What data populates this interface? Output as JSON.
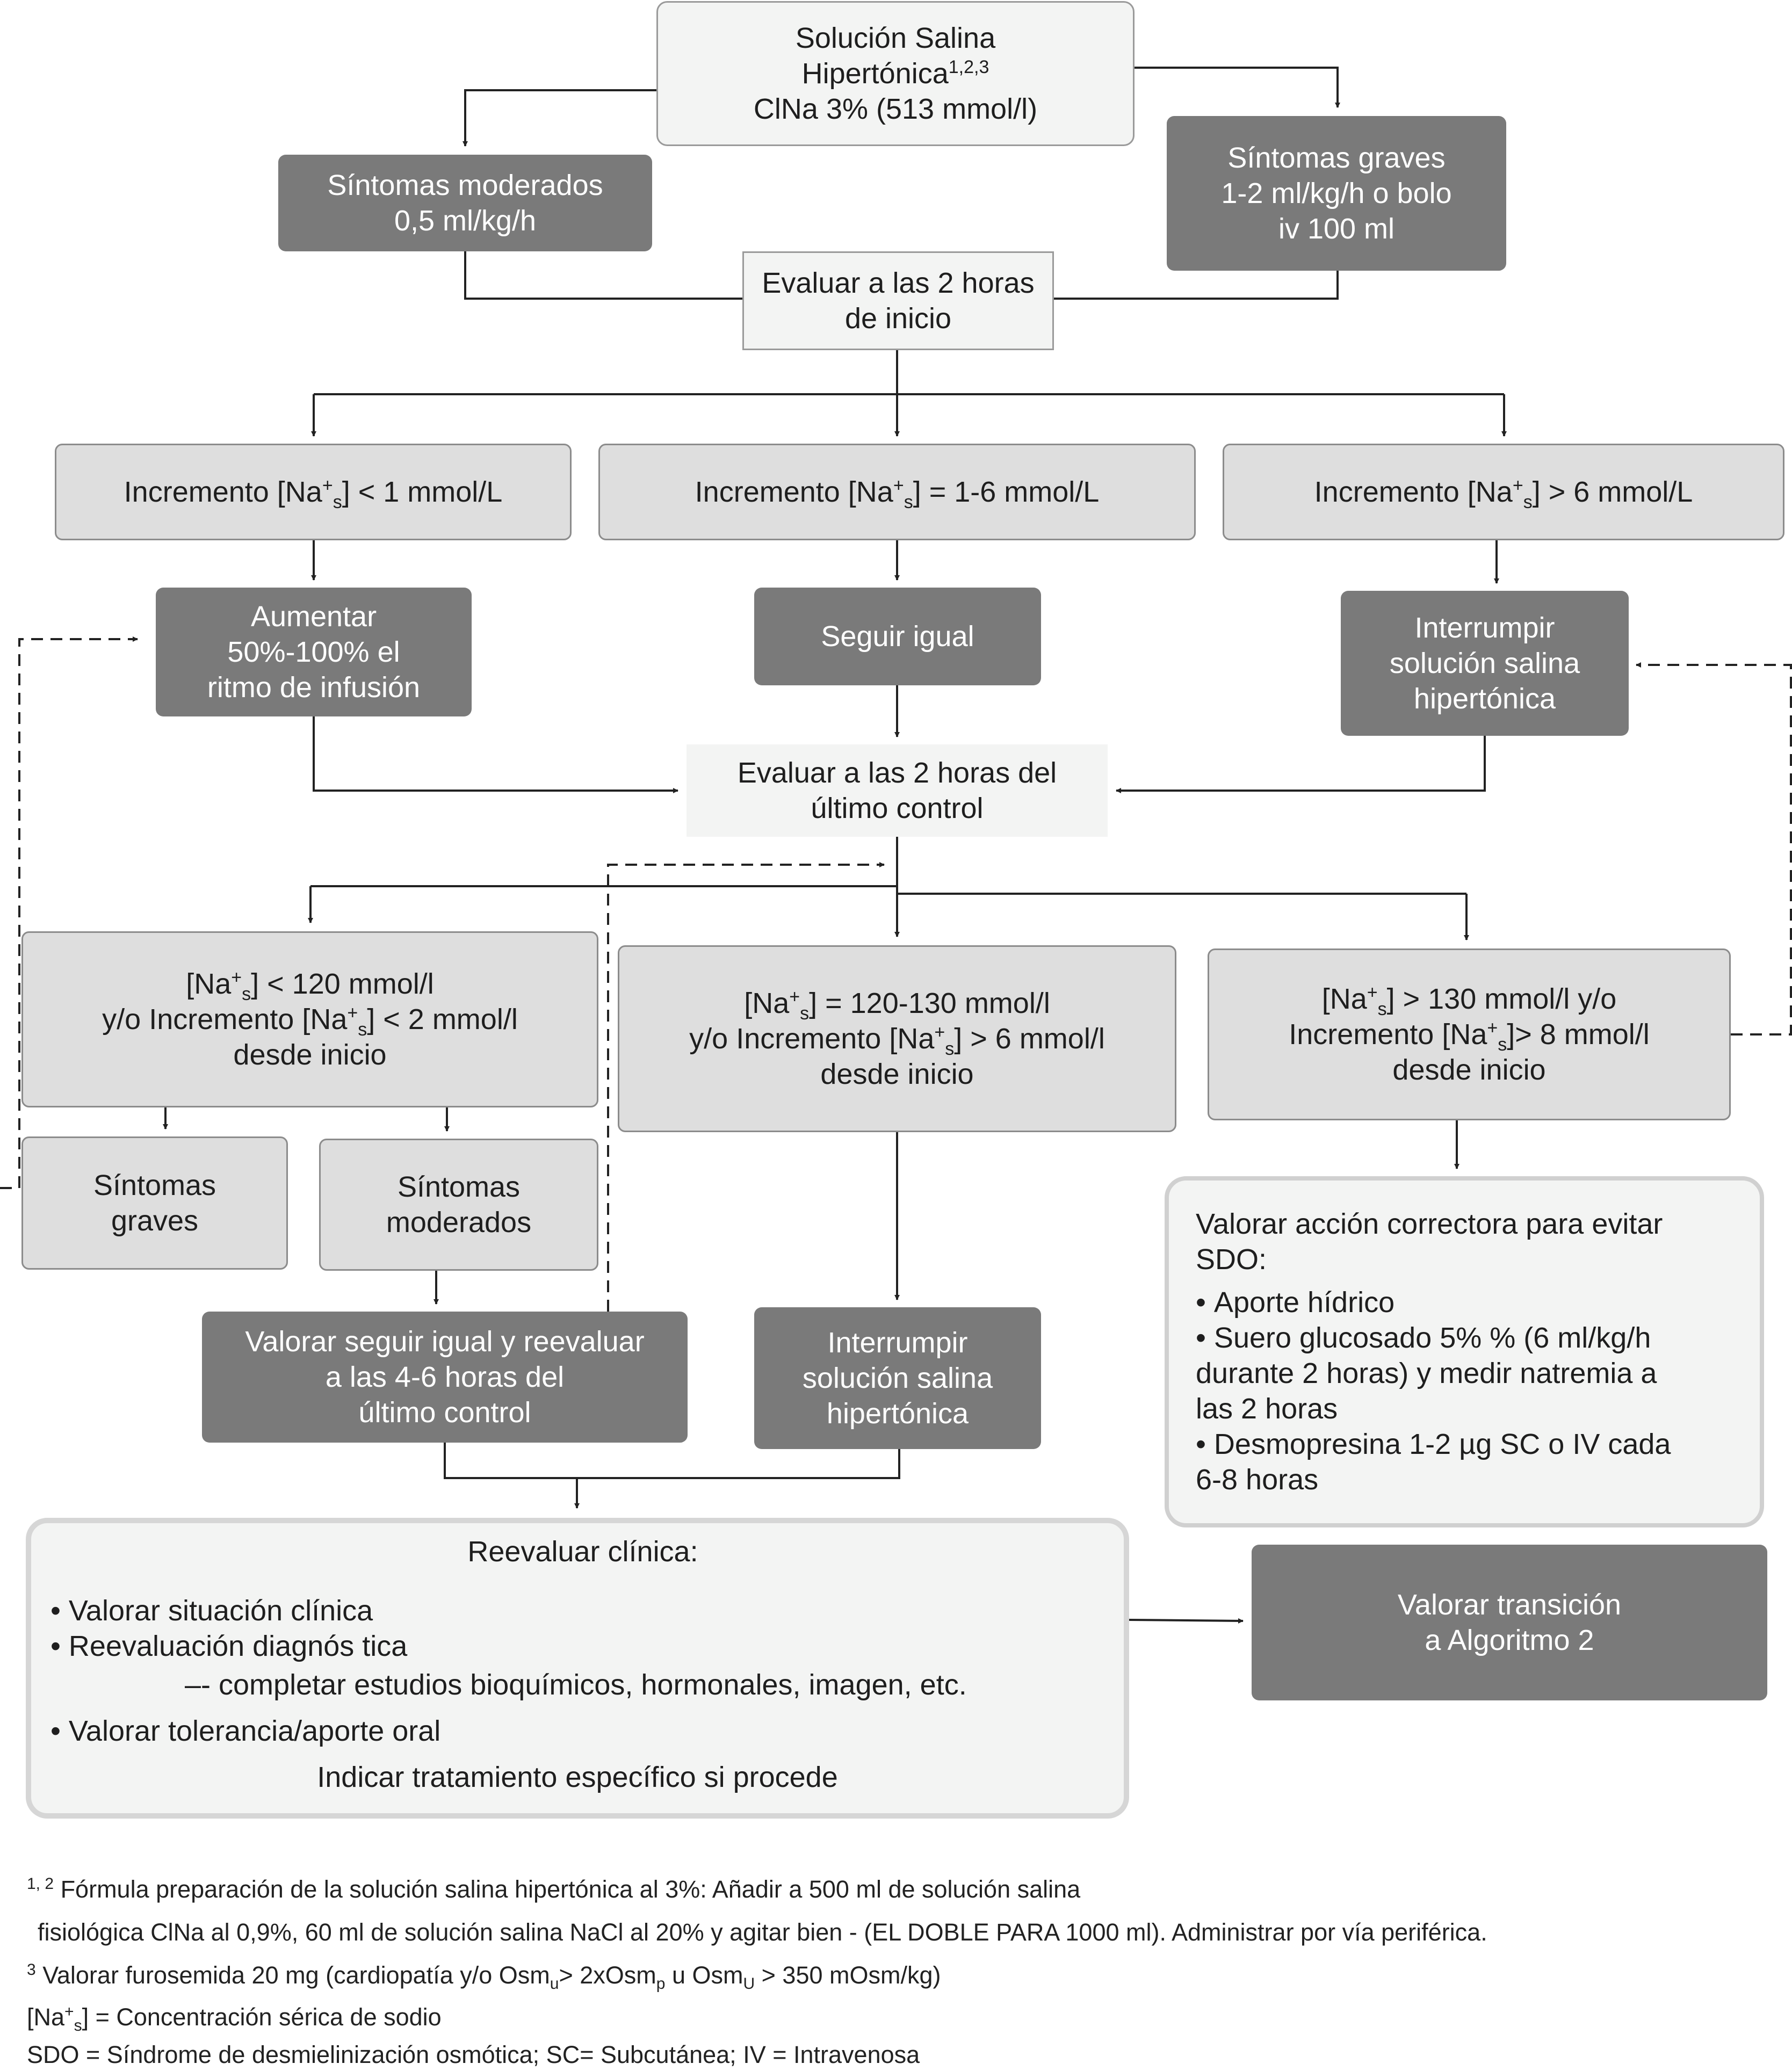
{
  "colors": {
    "dark_box": "#7a7a7a",
    "light_box": "#dedede",
    "pale_box": "#f3f4f3",
    "line": "#222222"
  },
  "nodes": {
    "start": {
      "l1": "Solución Salina",
      "l2": "Hipertónica",
      "l2_sup": "1,2,3",
      "l3": "ClNa 3% (513 mmol/l)"
    },
    "moderate": {
      "l1": "Síntomas moderados",
      "l2": "0,5 ml/kg/h"
    },
    "severe": {
      "l1": "Síntomas graves",
      "l2": "1-2 ml/kg/h o bolo",
      "l3": "iv 100 ml"
    },
    "eval1": {
      "l1": "Evaluar a las 2 horas",
      "l2": "de inicio"
    },
    "inc1": {
      "pre": "Incremento [Na",
      "sup": "+",
      "sub": "s",
      "post": "] < 1 mmol/L"
    },
    "inc2": {
      "pre": "Incremento [Na",
      "sup": "+",
      "sub": "s",
      "post": "] = 1-6 mmol/L"
    },
    "inc3": {
      "pre": "Incremento [Na",
      "sup": "+",
      "sub": "s",
      "post": "] > 6 mmol/L"
    },
    "increase": {
      "l1": "Aumentar",
      "l2": "50%-100% el",
      "l3": "ritmo de infusión"
    },
    "same": {
      "l1": "Seguir igual"
    },
    "stop1": {
      "l1": "Interrumpir",
      "l2": "solución salina",
      "l3": "hipertónica"
    },
    "eval2": {
      "l1": "Evaluar a las 2 horas del",
      "l2": "último control"
    },
    "na_low": {
      "l1_pre": "[Na",
      "l1_post": "] < 120 mmol/l",
      "l2_pre": "y/o Incremento [Na",
      "l2_post": "] < 2 mmol/l",
      "l3": "desde inicio"
    },
    "na_mid": {
      "l1_pre": "[Na",
      "l1_post": "] = 120-130 mmol/l",
      "l2_pre": "y/o Incremento [Na",
      "l2_post": "] > 6 mmol/l",
      "l3": "desde inicio"
    },
    "na_high": {
      "l1_pre": "[Na",
      "l1_post": "] > 130 mmol/l y/o",
      "l2_pre": "Incremento [Na",
      "l2_post": "]> 8 mmol/l",
      "l3": "desde inicio"
    },
    "na_sup": "+",
    "na_sub": "s",
    "sev2": {
      "l1": "Síntomas",
      "l2": "graves"
    },
    "mod2": {
      "l1": "Síntomas",
      "l2": "moderados"
    },
    "reval": {
      "l1": "Valorar seguir igual y reevaluar",
      "l2": "a las 4-6 horas del",
      "l3": "último control"
    },
    "stop2": {
      "l1": "Interrumpir",
      "l2": "solución salina",
      "l3": "hipertónica"
    },
    "sdo": {
      "title1": "Valorar acción correctora para evitar",
      "title2": "SDO:",
      "b1": "Aporte hídrico",
      "b2a": "Suero glucosado 5% % (6 ml/kg/h",
      "b2b": "durante 2 horas) y medir natremia a",
      "b2c": "las 2 horas",
      "b3a": "Desmopresina 1-2 µg SC o IV cada",
      "b3b": "6-8 horas"
    },
    "clinic": {
      "title": "Reevaluar clínica:",
      "b1": "Valorar situación clínica",
      "b2": "Reevaluación diagnós tica",
      "b2_sub": "–- completar estudios bioquímicos, hormonales, imagen, etc.",
      "b3": "Valorar tolerancia/aporte oral",
      "end": "Indicar tratamiento específico si procede"
    },
    "transition": {
      "l1": "Valorar transición",
      "l2": "a Algoritmo 2"
    }
  },
  "footnotes": {
    "f1_sup": "1, 2",
    "f1": "Fórmula preparación de la solución salina hipertónica al 3%: Añadir a 500 ml de solución salina",
    "f1b": "fisiológica ClNa al 0,9%, 60 ml de solución salina NaCl al 20% y agitar bien - (EL DOBLE PARA 1000 ml). Administrar por vía periférica.",
    "f3_sup": "3",
    "f3_a": "Valorar furosemida 20 mg (cardiopatía y/o Osm",
    "f3_sub_u": "u",
    "f3_b": "> 2xOsm",
    "f3_sub_p": "p",
    "f3_c": " u Osm",
    "f3_sub_U": "U",
    "f3_d": " > 350 mOsm/kg)",
    "f4_pre": "[Na",
    "f4_sup": "+",
    "f4_sub": "s",
    "f4_post": "] = Concentración sérica de sodio",
    "f5": "SDO = Síndrome de desmielinización osmótica; SC= Subcutánea; IV = Intravenosa"
  }
}
